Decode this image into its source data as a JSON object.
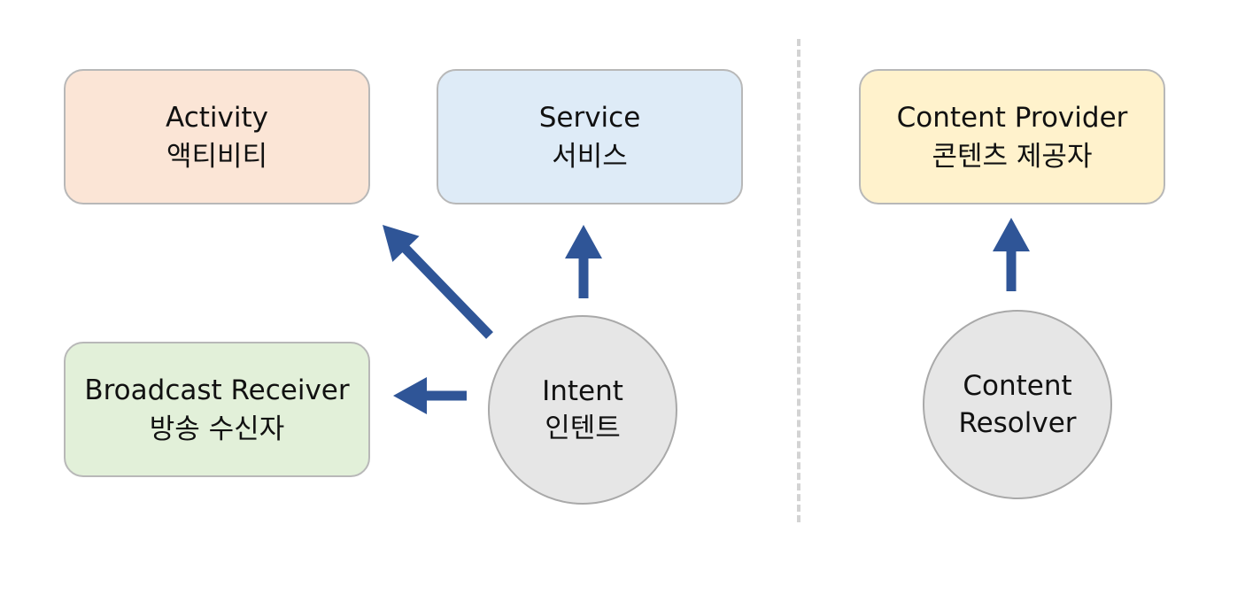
{
  "components": {
    "activity": {
      "en": "Activity",
      "ko": "액티비티",
      "fill": "#fbe5d6"
    },
    "service": {
      "en": "Service",
      "ko": "서비스",
      "fill": "#deebf7"
    },
    "broadcast": {
      "en": "Broadcast Receiver",
      "ko": "방송 수신자",
      "fill": "#e2f0d9"
    },
    "provider": {
      "en": "Content Provider",
      "ko": "콘텐츠 제공자",
      "fill": "#fff2cc"
    }
  },
  "nodes": {
    "intent": {
      "line1": "Intent",
      "line2": "인텐트"
    },
    "resolver": {
      "line1": "Content",
      "line2": "Resolver"
    }
  },
  "colors": {
    "arrow": "#2f5597",
    "node_fill": "#e6e6e6",
    "border": "#b8b8b8",
    "divider": "#d3d3d3"
  },
  "edges": [
    {
      "from": "intent",
      "to": "activity"
    },
    {
      "from": "intent",
      "to": "service"
    },
    {
      "from": "intent",
      "to": "broadcast"
    },
    {
      "from": "resolver",
      "to": "provider"
    }
  ]
}
